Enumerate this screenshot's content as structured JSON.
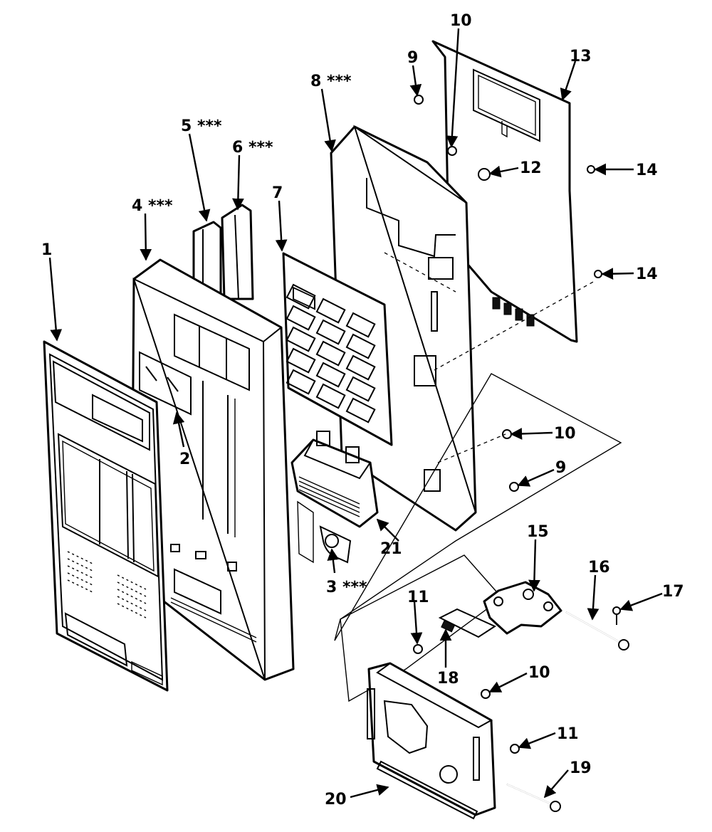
{
  "diagram": {
    "type": "exploded-parts-view",
    "colors": {
      "ink": "#000000",
      "paper": "#ffffff"
    },
    "callouts": [
      {
        "id": "c1",
        "text": "1"
      },
      {
        "id": "c2",
        "text": "2"
      },
      {
        "id": "c3",
        "text": "3 ***"
      },
      {
        "id": "c4",
        "text": "4 ***"
      },
      {
        "id": "c5",
        "text": "5 ***"
      },
      {
        "id": "c6",
        "text": "6 ***"
      },
      {
        "id": "c7",
        "text": "7"
      },
      {
        "id": "c8",
        "text": "8 ***"
      },
      {
        "id": "c9a",
        "text": "9"
      },
      {
        "id": "c9b",
        "text": "9"
      },
      {
        "id": "c10a",
        "text": "10"
      },
      {
        "id": "c10b",
        "text": "10"
      },
      {
        "id": "c10c",
        "text": "10"
      },
      {
        "id": "c11a",
        "text": "11"
      },
      {
        "id": "c11b",
        "text": "11"
      },
      {
        "id": "c12",
        "text": "12"
      },
      {
        "id": "c13",
        "text": "13"
      },
      {
        "id": "c14a",
        "text": "14"
      },
      {
        "id": "c14b",
        "text": "14"
      },
      {
        "id": "c15",
        "text": "15"
      },
      {
        "id": "c16",
        "text": "16"
      },
      {
        "id": "c17",
        "text": "17"
      },
      {
        "id": "c18",
        "text": "18"
      },
      {
        "id": "c19",
        "text": "19"
      },
      {
        "id": "c20",
        "text": "20"
      },
      {
        "id": "c21",
        "text": "21"
      }
    ]
  }
}
